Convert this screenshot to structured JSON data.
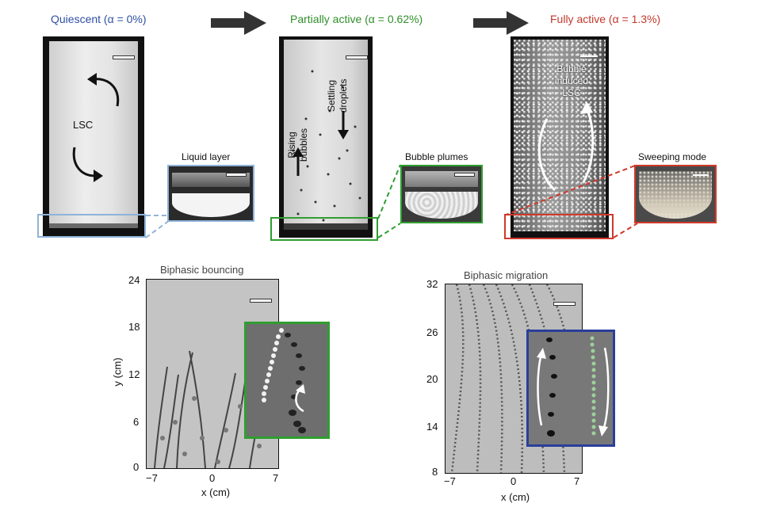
{
  "stages": [
    {
      "label": "Quiescent (α = 0%)",
      "color": "#2e4fa3"
    },
    {
      "label": "Partially active (α = 0.62%)",
      "color": "#2f8f2a"
    },
    {
      "label": "Fully active (α = 1.3%)",
      "color": "#c0392b"
    }
  ],
  "annotations": {
    "lsc": "LSC",
    "rising": "Rising bubbles",
    "settling": "Settling droplets",
    "bubble_lsc": "Bubble induced LSC"
  },
  "insets": {
    "liquid_layer": "Liquid layer",
    "bubble_plumes": "Bubble plumes",
    "sweeping_mode": "Sweeping mode"
  },
  "inset_colors": {
    "liquid_layer": "#8fb3d9",
    "bubble_plumes": "#2f9e30",
    "sweeping_mode": "#d0392b",
    "migration_inset": "#2a3f9a"
  },
  "bouncing": {
    "title": "Biphasic bouncing",
    "ylabel": "y (cm)",
    "xlabel": "x (cm)",
    "y_ticks": [
      "24",
      "18",
      "12",
      "6",
      "0"
    ],
    "x_ticks": [
      "−7",
      "0",
      "7"
    ]
  },
  "migration": {
    "title": "Biphasic migration",
    "xlabel": "x (cm)",
    "y_ticks": [
      "32",
      "26",
      "20",
      "14",
      "8"
    ],
    "x_ticks": [
      "−7",
      "0",
      "7"
    ]
  }
}
